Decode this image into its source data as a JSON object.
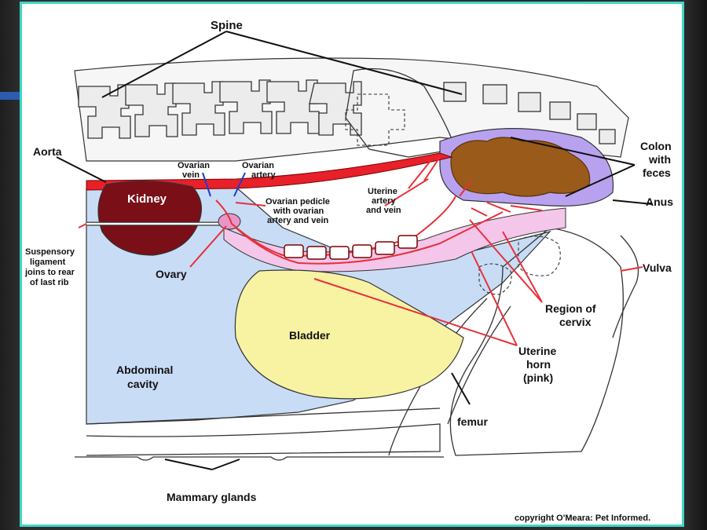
{
  "labels": {
    "spine": "Spine",
    "aorta": "Aorta",
    "kidney": "Kidney",
    "ovarian_vein_1": "Ovarian",
    "ovarian_vein_2": "vein",
    "ovarian_artery_1": "Ovarian",
    "ovarian_artery_2": "artery",
    "pedicle_1": "Ovarian pedicle",
    "pedicle_2": "with ovarian",
    "pedicle_3": "artery and vein",
    "uterine_av_1": "Uterine",
    "uterine_av_2": "artery",
    "uterine_av_3": "and vein",
    "colon_1": "Colon",
    "colon_2": "with",
    "colon_3": "feces",
    "anus": "Anus",
    "suspensory_1": "Suspensory",
    "suspensory_2": "ligament",
    "suspensory_3": "joins to rear",
    "suspensory_4": "of last rib",
    "ovary": "Ovary",
    "vulva": "Vulva",
    "cervix_1": "Region of",
    "cervix_2": "cervix",
    "bladder": "Bladder",
    "horn_1": "Uterine",
    "horn_2": "horn",
    "horn_3": "(pink)",
    "abdominal_1": "Abdominal",
    "abdominal_2": "cavity",
    "femur": "femur",
    "mammary": "Mammary glands"
  },
  "copyright": "copyright O'Meara: Pet Informed.",
  "colors": {
    "frame_border": "#3fd6c7",
    "abdomen": "#c9dcf5",
    "kidney": "#7a0f18",
    "aorta": "#e8202a",
    "uterus": "#f4c6ea",
    "bladder": "#f7f3a3",
    "colon": "#b8a2ef",
    "feces": "#9a5b1a"
  }
}
